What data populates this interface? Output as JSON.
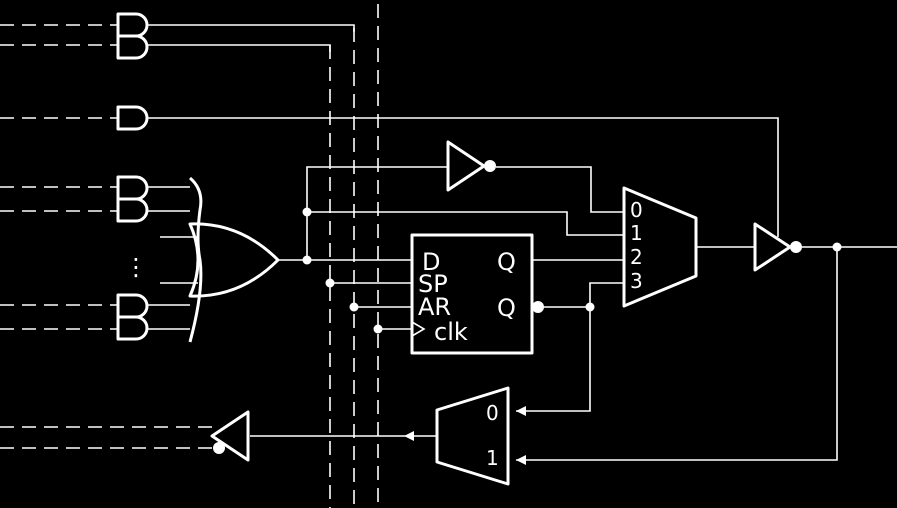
{
  "diagram": {
    "colors": {
      "background": "#000000",
      "foreground": "#ffffff"
    },
    "flipflop": {
      "inputs": [
        "D",
        "SP",
        "AR",
        "clk"
      ],
      "outputs": [
        "Q",
        "Q"
      ]
    },
    "mux4": {
      "inputs": [
        "0",
        "1",
        "2",
        "3"
      ]
    },
    "mux2": {
      "inputs": [
        "0",
        "1"
      ]
    },
    "ellipsis": "⋮"
  }
}
